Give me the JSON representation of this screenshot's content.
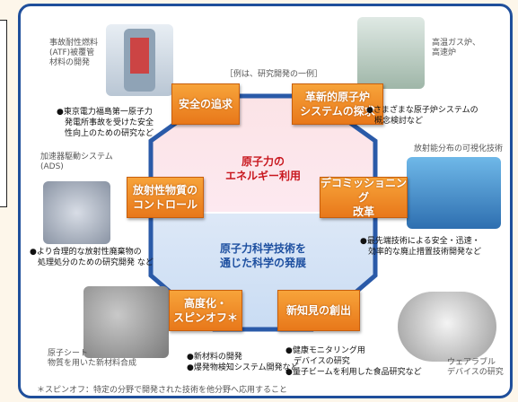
{
  "subtitle": "［例は、研究開発の一例］",
  "center": {
    "top": "原子力の\nエネルギー利用",
    "bottom": "原子力科学技術を\n通じた科学の発展"
  },
  "boxes": {
    "safety": "安全の追求",
    "innovative": "革新的原子炉\nシステムの探求",
    "radioactive": "放射性物質の\nコントロール",
    "decommissioning": "デコミッショニング\n改革",
    "spinoff": "高度化・\nスピンオフ＊",
    "discovery": "新知見の創出"
  },
  "captions": {
    "atf": "事故耐性燃料\n(ATF)被覆管\n材料の開発",
    "hightemp": "高温ガス炉、\n高速炉",
    "ads": "加速器駆動システム\n(ADS)",
    "radmap": "放射能分布の可視化技術",
    "atomsheet": "原子シート\n物質を用いた新材料合成",
    "wearable": "ウェアラブル\nデバイスの研究"
  },
  "descriptions": {
    "safety": "●東京電力福島第一原子力\n　発電所事故を受けた安全\n　性向上のための研究など",
    "innovative": "●さまざまな原子炉システムの\n　概念検討など",
    "radioactive": "●より合理的な放射性廃棄物の\n　処理処分のための研究開発 など",
    "decommissioning": "●最先端技術による安全・迅速・\n　効率的な廃止措置技術開発など",
    "spinoff": "●新材料の開発\n●爆発物検知システム開発など",
    "discovery": "●健康モニタリング用\n　デバイスの研究\n●量子ビームを利用した食品研究など"
  },
  "footnote": "＊スピンオフ：特定の分野で開発された技術を他分野へ応用すること",
  "colors": {
    "frame": "#1f4f9b",
    "box_orange": "#ef8a26",
    "center_red": "#c8171e",
    "center_blue": "#1d4fa0"
  }
}
